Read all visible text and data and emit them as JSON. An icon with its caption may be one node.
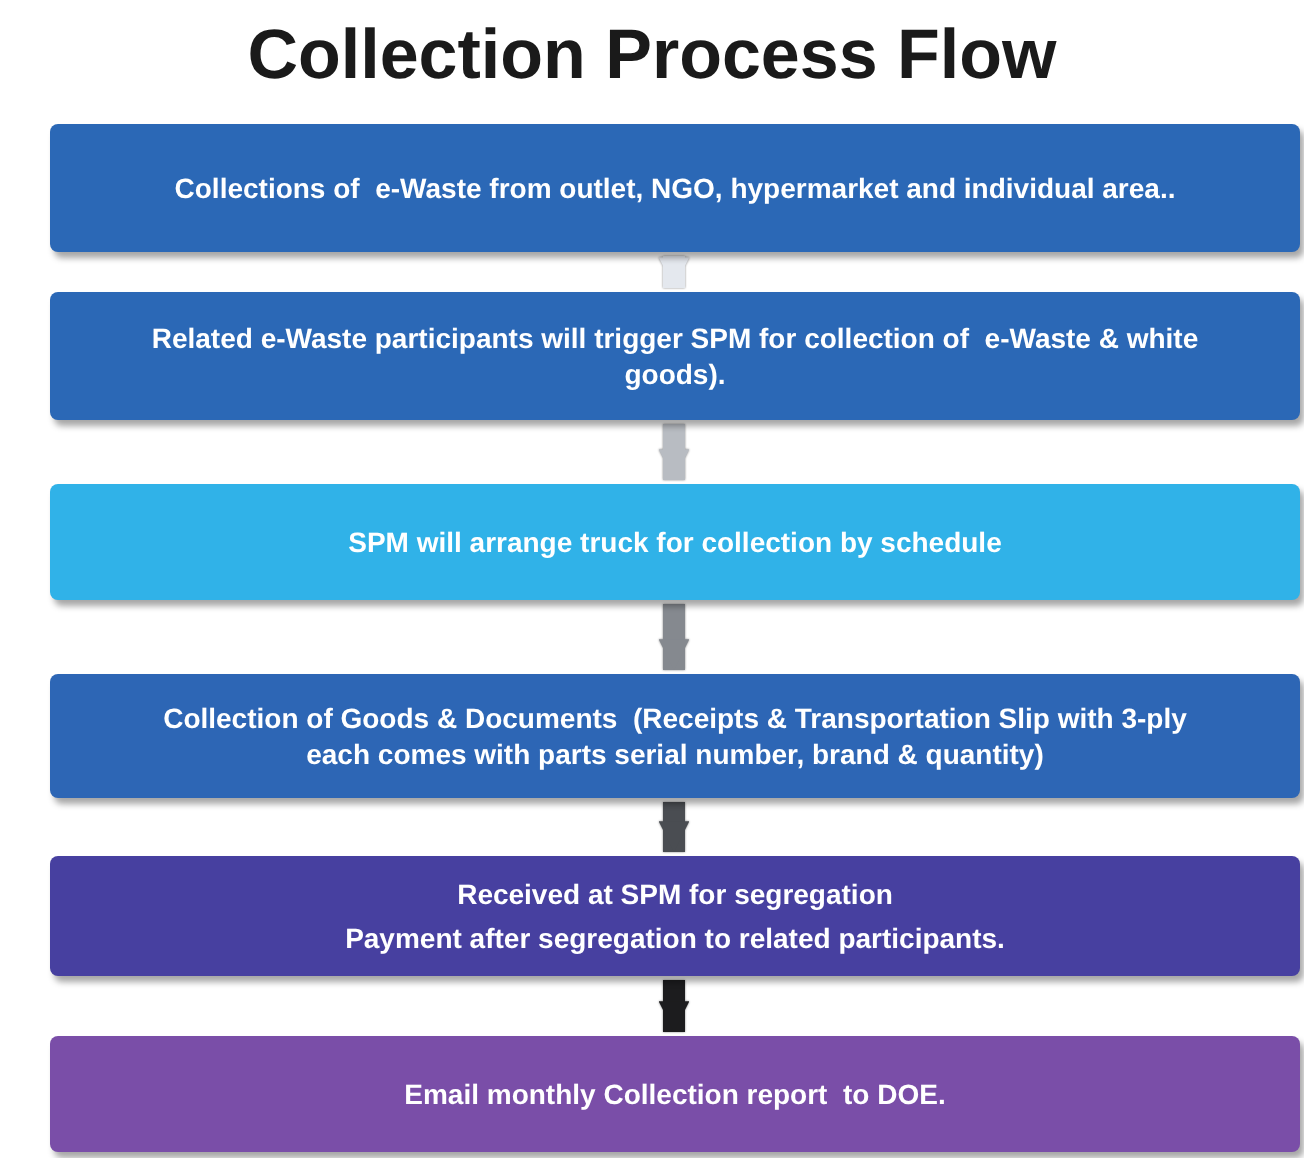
{
  "diagram": {
    "title": "Collection Process Flow",
    "nodes": [
      {
        "text": [
          "Collections of  e-Waste from outlet, NGO, hypermarket and individual area.."
        ]
      },
      {
        "text": [
          "Related e-Waste participants will trigger SPM for collection of  e-Waste & white goods)."
        ]
      },
      {
        "text": [
          "SPM will arrange truck for collection by schedule"
        ]
      },
      {
        "text": [
          "Collection of Goods & Documents  (Receipts & Transportation Slip with 3-ply each comes with parts serial number, brand & quantity)"
        ]
      },
      {
        "text": [
          "Received at SPM for segregation",
          "Payment after segregation to related participants."
        ]
      },
      {
        "text": [
          "Email monthly Collection report  to DOE."
        ]
      }
    ],
    "edges": [
      {
        "from": 0,
        "to": 1,
        "arrow": "to",
        "color": "#e4e8ee"
      },
      {
        "from": 1,
        "to": 2,
        "arrow": "to",
        "color": "#b8bcc2"
      },
      {
        "from": 2,
        "to": 3,
        "arrow": "to",
        "color": "#85898f"
      },
      {
        "from": 3,
        "to": 4,
        "arrow": "to",
        "color": "#4a4d52"
      },
      {
        "from": 4,
        "to": 5,
        "arrow": "to",
        "color": "#1c1c1e"
      }
    ]
  }
}
